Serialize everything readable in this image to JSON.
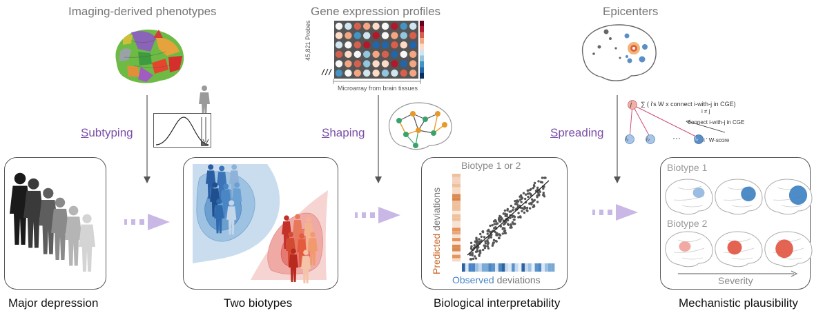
{
  "top_titles": {
    "imaging": "Imaging-derived phenotypes",
    "gene": "Gene expression profiles",
    "epicenters": "Epicenters"
  },
  "steps": [
    {
      "initial": "S",
      "rest": "ubtyping"
    },
    {
      "initial": "S",
      "rest": "haping"
    },
    {
      "initial": "S",
      "rest": "preading"
    }
  ],
  "captions": {
    "major": "Major depression",
    "biotypes": "Two biotypes",
    "bio_interp": "Biological interpretability",
    "mech": "Mechanistic plausibility"
  },
  "heatmap": {
    "probes_label": "45,821 Probes",
    "microarray_label": "Microarray from brain tissues"
  },
  "spreading": {
    "formula": "∑ ( i's W  x  connect  i-with-j in CGE)",
    "condition": "i ≠ j",
    "connect_label": "connect i-with-j in CGE",
    "dots": "···",
    "wscore": "i ' W-score",
    "node_j": "j",
    "nodes": [
      "i₁",
      "i₂",
      "iₙ"
    ]
  },
  "scatter": {
    "title": "Biotype 1 or 2",
    "ylabel_colored": "Predicted",
    "ylabel_rest": " deviations",
    "xlabel_colored": "Observed",
    "xlabel_rest": " deviations"
  },
  "severity_panel": {
    "biotype1": "Biotype 1",
    "biotype2": "Biotype 2",
    "severity": "Severity"
  },
  "colors": {
    "step_purple": "#7a4fa8",
    "arrow_lavender": "#c9b8e6",
    "blue": "#3a7fc1",
    "red": "#e0533f",
    "orange": "#c8672a"
  }
}
